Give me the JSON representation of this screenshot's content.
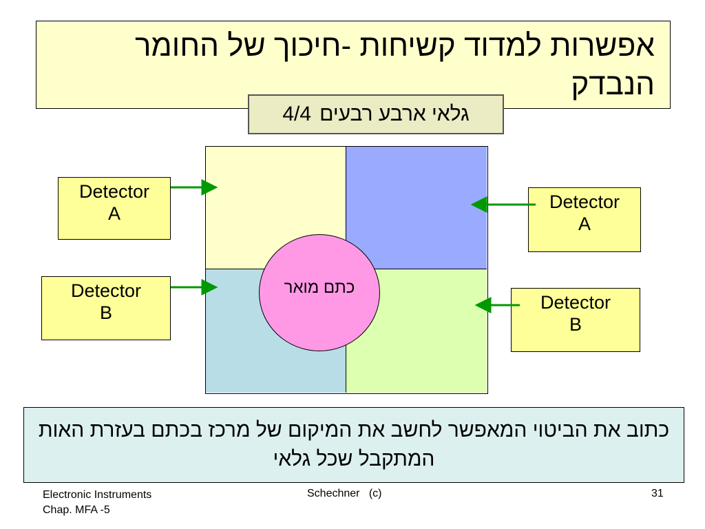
{
  "slide": {
    "title": "אפשרות למדוד קשיחות -חיכוך של החומר הנבדק",
    "subtitle_text": "גלאי ארבע רבעים",
    "subtitle_fraction": "4/4",
    "spot_label": "כתם מואר",
    "question": "כתוב את הביטוי המאפשר לחשב את המיקום של מרכז בכתם בעזרת האות המתקבל שכל גלאי"
  },
  "detectors": {
    "left_a": {
      "line1": "Detector",
      "line2": "A"
    },
    "left_b": {
      "line1": "Detector",
      "line2": "B"
    },
    "right_a": {
      "line1": "Detector",
      "line2": "A"
    },
    "right_b": {
      "line1": "Detector",
      "line2": "B"
    }
  },
  "colors": {
    "arrow": "#009900",
    "spot": "#ff99e6",
    "quadrant_tl": "#ffffcc",
    "quadrant_tr": "#99aaff",
    "quadrant_bl": "#b8dde6",
    "quadrant_br": "#dcffb0"
  },
  "footer": {
    "course": "Electronic Instruments",
    "chapter": "Chap. MFA -5",
    "author": "Schechner   (c)",
    "page": "31"
  }
}
